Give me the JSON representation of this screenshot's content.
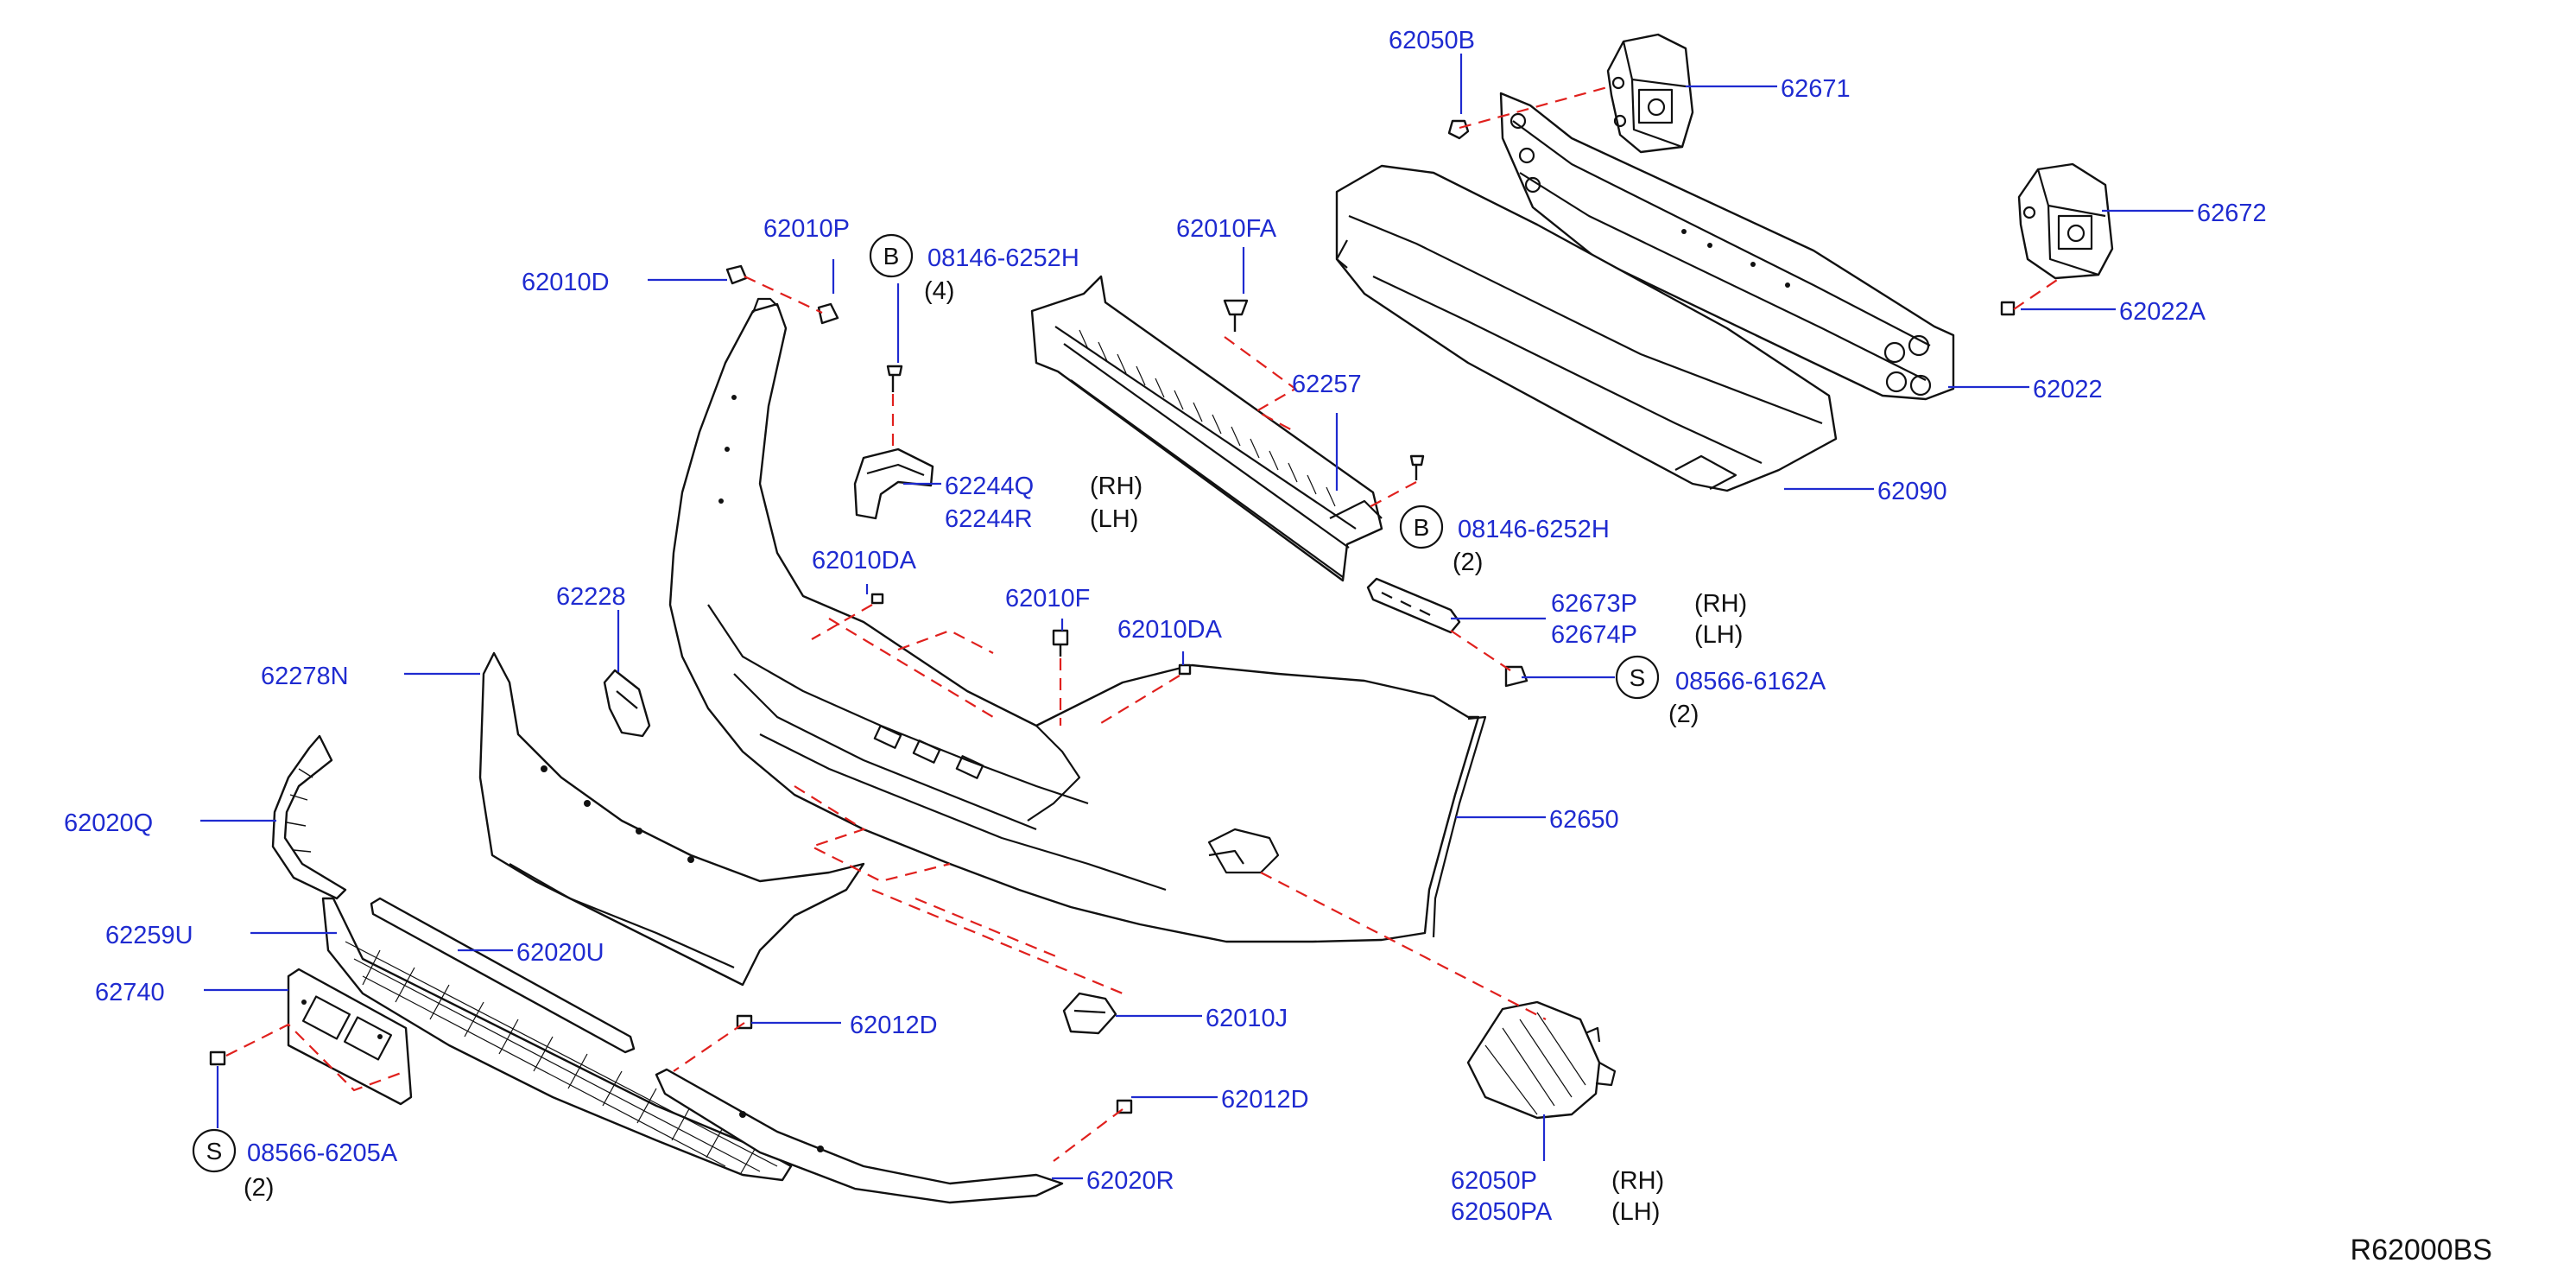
{
  "labels": [
    {
      "id": "62050B",
      "text": "62050B"
    },
    {
      "id": "62671",
      "text": "62671"
    },
    {
      "id": "62672",
      "text": "62672"
    },
    {
      "id": "62022A",
      "text": "62022A"
    },
    {
      "id": "62022",
      "text": "62022"
    },
    {
      "id": "62090",
      "text": "62090"
    },
    {
      "id": "62010P",
      "text": "62010P"
    },
    {
      "id": "62010D",
      "text": "62010D"
    },
    {
      "id": "08146-6252H-top",
      "text": "08146-6252H"
    },
    {
      "id": "62010FA",
      "text": "62010FA"
    },
    {
      "id": "62257",
      "text": "62257"
    },
    {
      "id": "62244Q",
      "text": "62244Q"
    },
    {
      "id": "62244R",
      "text": "62244R"
    },
    {
      "id": "08146-6252H-mid",
      "text": "08146-6252H"
    },
    {
      "id": "62010DA-1",
      "text": "62010DA"
    },
    {
      "id": "62228",
      "text": "62228"
    },
    {
      "id": "62010F",
      "text": "62010F"
    },
    {
      "id": "62010DA-2",
      "text": "62010DA"
    },
    {
      "id": "62673P",
      "text": "62673P"
    },
    {
      "id": "62674P",
      "text": "62674P"
    },
    {
      "id": "08566-6162A",
      "text": "08566-6162A"
    },
    {
      "id": "62278N",
      "text": "62278N"
    },
    {
      "id": "62650",
      "text": "62650"
    },
    {
      "id": "62020Q",
      "text": "62020Q"
    },
    {
      "id": "62259U",
      "text": "62259U"
    },
    {
      "id": "62020U",
      "text": "62020U"
    },
    {
      "id": "62740",
      "text": "62740"
    },
    {
      "id": "62012D-1",
      "text": "62012D"
    },
    {
      "id": "62010J",
      "text": "62010J"
    },
    {
      "id": "62012D-2",
      "text": "62012D"
    },
    {
      "id": "08566-6205A",
      "text": "08566-6205A"
    },
    {
      "id": "62020R",
      "text": "62020R"
    },
    {
      "id": "62050P",
      "text": "62050P"
    },
    {
      "id": "62050PA",
      "text": "62050PA"
    }
  ],
  "notes": [
    {
      "id": "qty-4",
      "text": "(4)"
    },
    {
      "id": "rh-62244",
      "text": "(RH)"
    },
    {
      "id": "lh-62244",
      "text": "(LH)"
    },
    {
      "id": "qty-2-b",
      "text": "(2)"
    },
    {
      "id": "rh-6267x",
      "text": "(RH)"
    },
    {
      "id": "lh-6267x",
      "text": "(LH)"
    },
    {
      "id": "qty-2-s1",
      "text": "(2)"
    },
    {
      "id": "qty-2-s2",
      "text": "(2)"
    },
    {
      "id": "rh-62050",
      "text": "(RH)"
    },
    {
      "id": "lh-62050",
      "text": "(LH)"
    }
  ],
  "badges": [
    {
      "id": "badge-b-top",
      "letter": "B"
    },
    {
      "id": "badge-b-mid",
      "letter": "B"
    },
    {
      "id": "badge-s-right",
      "letter": "S"
    },
    {
      "id": "badge-s-left",
      "letter": "S"
    }
  ],
  "reference": "R62000BS",
  "colors": {
    "part_number_text": "#1f2bd0",
    "leader_line": "#1f2bd0",
    "assembly_dash": "#e0201d",
    "outline": "#111111",
    "background": "#ffffff"
  }
}
